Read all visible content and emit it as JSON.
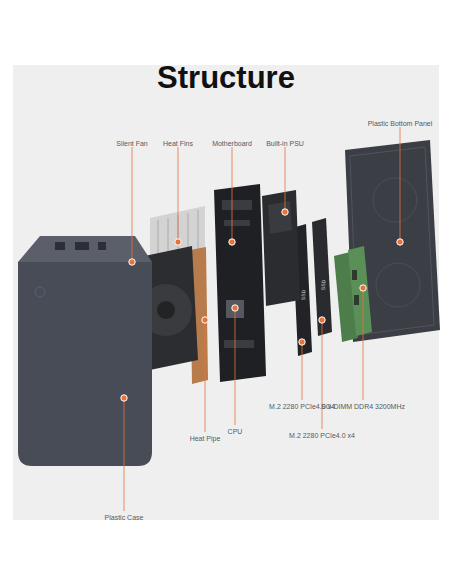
{
  "diagram": {
    "title": "Structure",
    "labels": [
      "Silent Fan",
      "Heat Fins",
      "Motherboard",
      "Built-in PSU",
      "Plastic Bottom Panel",
      "SSD",
      "SSD",
      "M.2 2280 PCIe4.0 x4",
      "SO-DIMM DDR4 3200MHz",
      "Heat Pipe",
      "CPU",
      "M.2 2280 PCIe4.0 x4",
      "Plastic Case"
    ]
  }
}
